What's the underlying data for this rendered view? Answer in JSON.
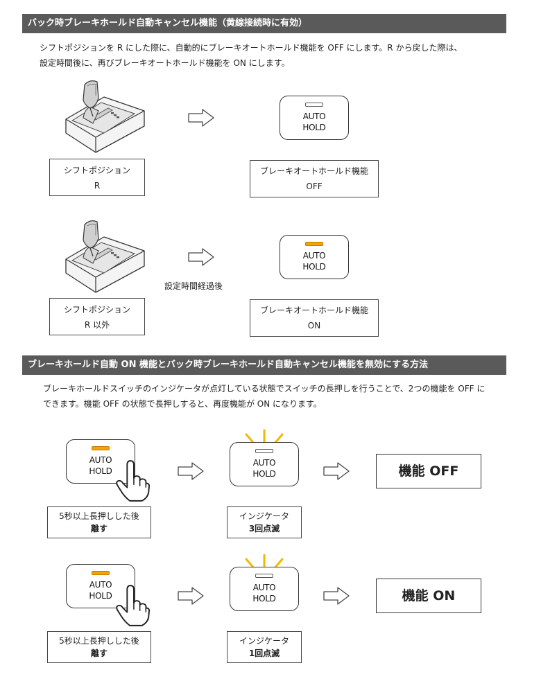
{
  "section1": {
    "title": "バック時ブレーキホールド自動キャンセル機能（黄線接続時に有効）",
    "desc_line1": "シフトポジションを R にした際に、自動的にブレーキオートホールド機能を OFF にします。R から戻した際は、",
    "desc_line2": "設定時間後に、再びブレーキオートホールド機能を ON にします。",
    "row1": {
      "shift_label": "シフトポジション",
      "shift_value": "R",
      "button_line1": "AUTO",
      "button_line2": "HOLD",
      "indicator": "off",
      "status_label": "ブレーキオートホールド機能",
      "status_value": "OFF"
    },
    "row2": {
      "shift_label": "シフトポジション",
      "shift_value": "R 以外",
      "delay_note": "設定時間経過後",
      "button_line1": "AUTO",
      "button_line2": "HOLD",
      "indicator": "on",
      "status_label": "ブレーキオートホールド機能",
      "status_value": "ON"
    }
  },
  "section2": {
    "title": "ブレーキホールド自動 ON 機能とバック時ブレーキホールド自動キャンセル機能を無効にする方法",
    "desc_line1": "ブレーキホールドスイッチのインジケータが点灯している状態でスイッチの長押しを行うことで、2つの機能を OFF に",
    "desc_line2": "できます。機能 OFF の状態で長押しすると、再度機能が ON になります。",
    "row1": {
      "button_line1": "AUTO",
      "button_line2": "HOLD",
      "action_line1": "5秒以上長押しした後",
      "action_line2": "離す",
      "indicator_line1": "インジケータ",
      "indicator_line2": "3回点滅",
      "result": "機能 OFF"
    },
    "row2": {
      "button_line1": "AUTO",
      "button_line2": "HOLD",
      "action_line1": "5秒以上長押しした後",
      "action_line2": "離す",
      "indicator_line1": "インジケータ",
      "indicator_line2": "1回点滅",
      "result": "機能 ON"
    }
  },
  "colors": {
    "header_bg": "#5a5a5a",
    "indicator_on": "#f5a300",
    "rays": "#f5b800"
  },
  "icons": [
    "gear-shifter-icon",
    "right-arrow-icon",
    "pressing-hand-icon",
    "indicator-rays-icon"
  ]
}
